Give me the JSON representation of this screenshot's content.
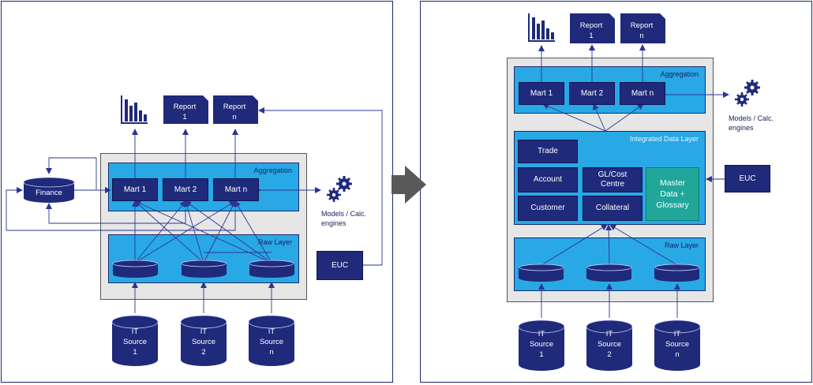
{
  "left": {
    "aggregation_label": "Aggregation",
    "raw_layer_label": "Raw Layer",
    "marts": [
      "Mart 1",
      "Mart 2",
      "Mart n"
    ],
    "finance_label": "Finance",
    "reports": [
      [
        "Report",
        "1"
      ],
      [
        "Report",
        "n"
      ]
    ],
    "models_label": [
      "Models / Calc.",
      "engines"
    ],
    "euc_label": "EUC",
    "sources": [
      [
        "IT",
        "Source",
        "1"
      ],
      [
        "IT",
        "Source",
        "2"
      ],
      [
        "IT",
        "Source",
        "n"
      ]
    ]
  },
  "right": {
    "aggregation_label": "Aggregation",
    "integrated_label": "Integrated Data Layer",
    "raw_layer_label": "Raw Layer",
    "marts": [
      "Mart 1",
      "Mart 2",
      "Mart n"
    ],
    "reports": [
      [
        "Report",
        "1"
      ],
      [
        "Report",
        "n"
      ]
    ],
    "models_label": [
      "Models / Calc.",
      "engines"
    ],
    "euc_label": "EUC",
    "trade_label": "Trade",
    "account_label": "Account",
    "glcost_label": [
      "GL/Cost",
      "Centre"
    ],
    "master_label": [
      "Master",
      "Data +",
      "Glossary"
    ],
    "customer_label": "Customer",
    "collateral_label": "Collateral",
    "sources": [
      [
        "IT",
        "Source",
        "1"
      ],
      [
        "IT",
        "Source",
        "2"
      ],
      [
        "IT",
        "Source",
        "n"
      ]
    ]
  },
  "colors": {
    "navy": "#1f2a7a",
    "blue": "#29a8e6",
    "grey": "#e6e6e6",
    "teal": "#20a79a",
    "arrow": "#595959"
  }
}
